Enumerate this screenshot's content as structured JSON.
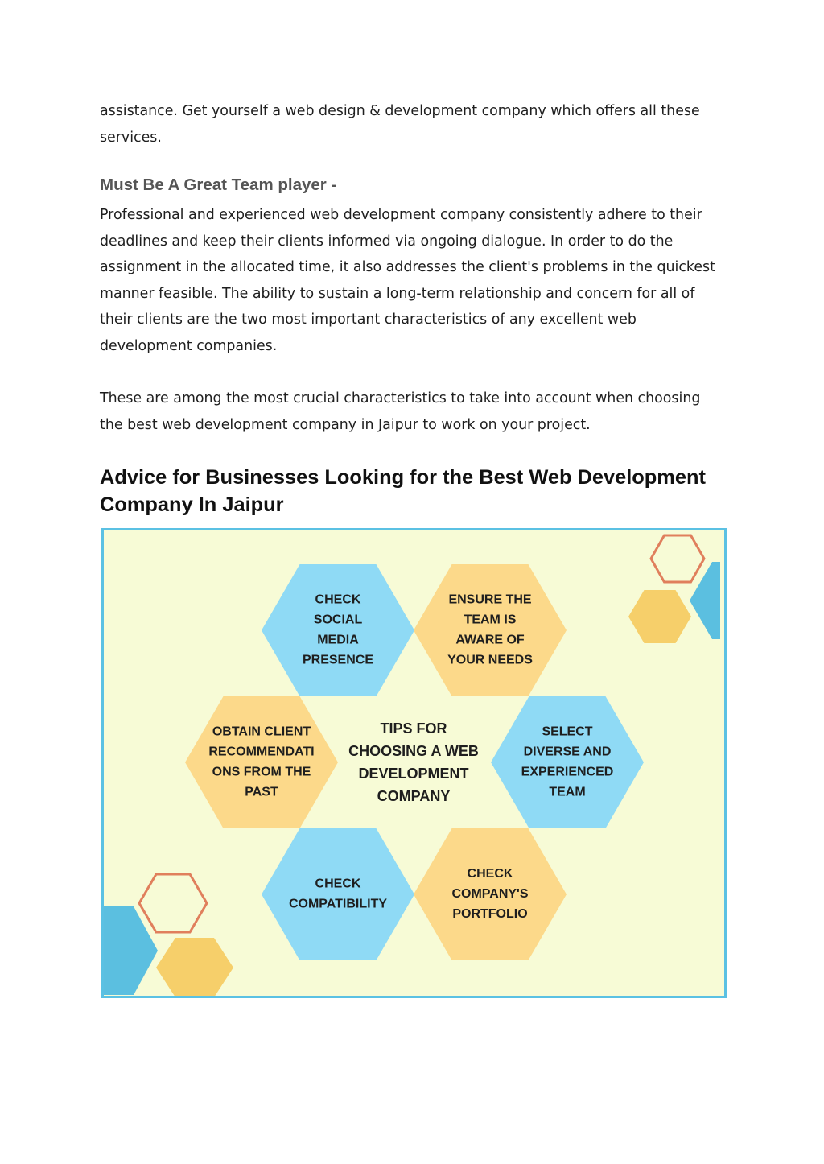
{
  "document": {
    "intro_paragraph": "assistance. Get yourself a web design & development company which offers all these services.",
    "section_title": "Must Be A Great Team player -",
    "section_paragraph": "Professional and experienced web development company consistently adhere to their deadlines and keep their clients informed via ongoing dialogue. In order to do the assignment in the allocated time, it also addresses the client's problems in the quickest manner feasible. The ability to sustain a long-term relationship and concern for all of their clients are the two most important characteristics of any excellent web development companies.",
    "closing_paragraph": "These are among the most crucial characteristics to take into account when choosing the best web development company in Jaipur to work on your project.",
    "advice_heading": "Advice for Businesses Looking for the Best Web Development Company In Jaipur"
  },
  "infographic": {
    "colors": {
      "background": "#f7fbd6",
      "border": "#5bc1e3",
      "blue_hex": "#8fdaf5",
      "orange_hex": "#fcd98a",
      "dark_blue_accent": "#5bbfe0",
      "gold_accent": "#f6cf6a",
      "outline_hex": "#e07f5c"
    },
    "center": [
      "TIPS FOR",
      "CHOOSING A WEB",
      "DEVELOPMENT",
      "COMPANY"
    ],
    "tips": [
      {
        "lines": [
          "CHECK",
          "SOCIAL",
          "MEDIA",
          "PRESENCE"
        ],
        "color": "blue"
      },
      {
        "lines": [
          "ENSURE THE",
          "TEAM IS",
          "AWARE OF",
          "YOUR NEEDS"
        ],
        "color": "orange"
      },
      {
        "lines": [
          "OBTAIN CLIENT",
          "RECOMMENDATI",
          "ONS FROM THE",
          "PAST"
        ],
        "color": "orange"
      },
      {
        "lines": [
          "SELECT",
          "DIVERSE AND",
          "EXPERIENCED",
          "TEAM"
        ],
        "color": "blue"
      },
      {
        "lines": [
          "CHECK",
          "COMPATIBILITY"
        ],
        "color": "blue"
      },
      {
        "lines": [
          "CHECK",
          "COMPANY'S",
          "PORTFOLIO"
        ],
        "color": "orange"
      }
    ]
  }
}
